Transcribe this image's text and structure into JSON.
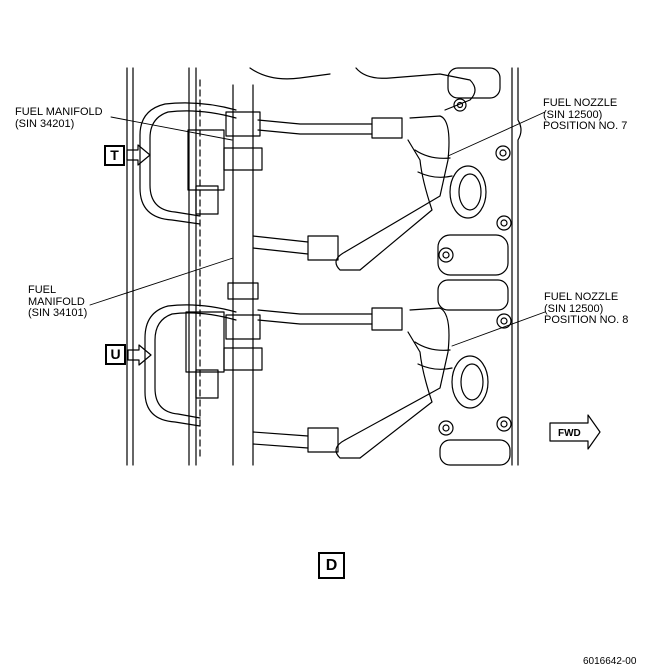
{
  "callouts": {
    "fuel_manifold_upper": "FUEL MANIFOLD\n(SIN 34201)",
    "fuel_manifold_lower": "FUEL\nMANIFOLD\n(SIN 34101)",
    "fuel_nozzle_7": "FUEL NOZZLE\n(SIN 12500)\nPOSITION NO. 7",
    "fuel_nozzle_8": "FUEL NOZZLE\n(SIN 12500)\nPOSITION NO. 8"
  },
  "view_markers": {
    "t": "T",
    "u": "U",
    "detail": "D"
  },
  "direction_label": "FWD",
  "figure_id": "6016642-00"
}
